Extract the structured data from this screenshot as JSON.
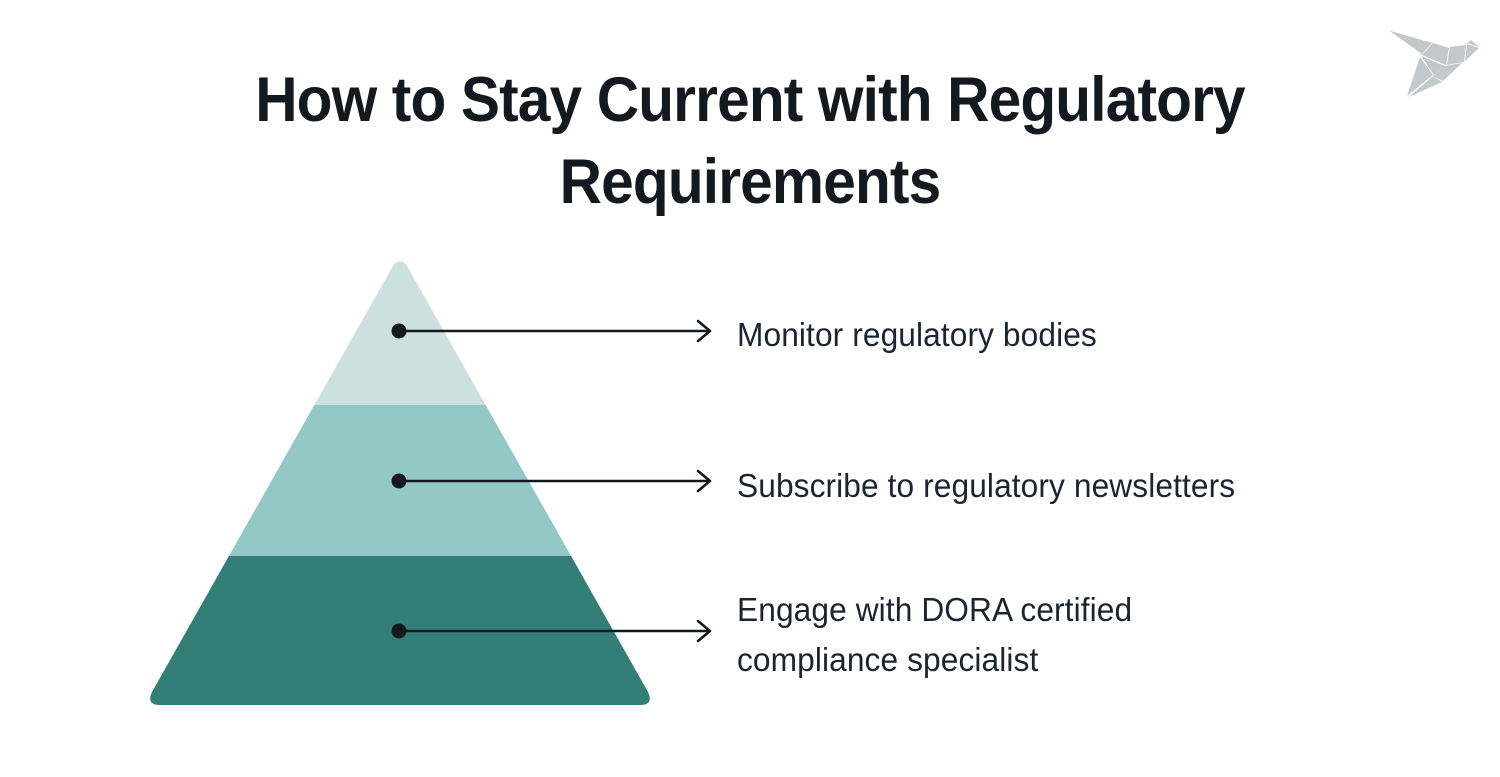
{
  "page": {
    "title": "How to Stay Current with Regulatory Requirements",
    "background_color": "#FFFFFF",
    "text_color": "#14181F"
  },
  "logo": {
    "name": "origami-bird-logo",
    "color": "#C3C8CB"
  },
  "chart_data": {
    "type": "pyramid",
    "title": "How to Stay Current with Regulatory Requirements",
    "xlabel": "",
    "ylabel": "",
    "legend_position": "right",
    "grid": false,
    "orientation": "apex-up",
    "categories": [
      "Monitor regulatory bodies",
      "Subscribe to regulatory newsletters",
      "Engage with DORA certified compliance specialist"
    ],
    "values": [
      1,
      2,
      3
    ],
    "levels": [
      {
        "index": 1,
        "label": "Monitor regulatory bodies",
        "color": "#CBE0DF",
        "position": "top"
      },
      {
        "index": 2,
        "label": "Subscribe to regulatory newsletters",
        "color": "#94C8C6",
        "position": "middle"
      },
      {
        "index": 3,
        "label": "Engage with DORA certified\ncompliance specialist",
        "color": "#337E77",
        "position": "bottom"
      }
    ]
  },
  "colors": {
    "tier_top": "#CBE0DF",
    "tier_middle": "#94C8C6",
    "tier_bottom": "#337E77",
    "connector": "#14181F",
    "logo": "#C3C8CB"
  }
}
